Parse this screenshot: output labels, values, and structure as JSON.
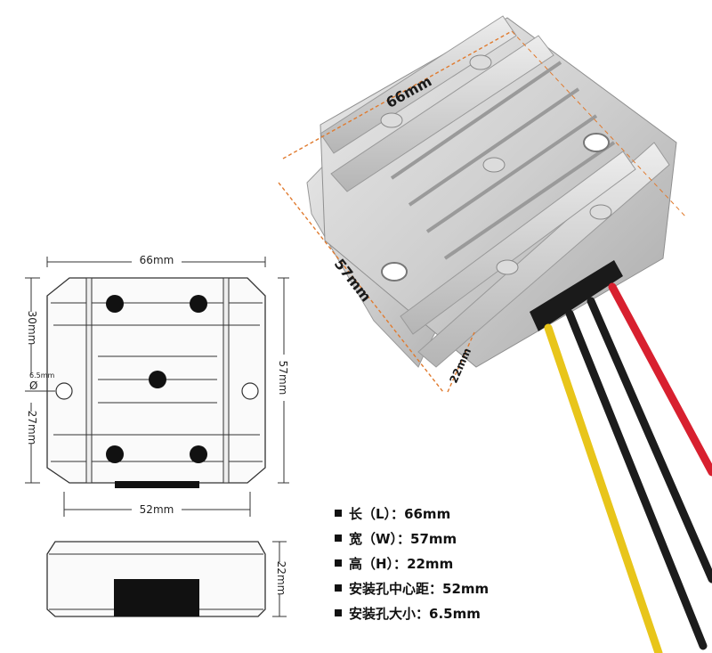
{
  "front_view": {
    "width_label": "66mm",
    "height_label": "57mm",
    "top_offset_label": "30mm",
    "bottom_offset_label": "27mm",
    "hole_label": "6.5mm",
    "hole_symbol": "Ø",
    "hole_spacing_label": "52mm"
  },
  "side_view": {
    "height_label": "22mm"
  },
  "photo": {
    "length_label": "66mm",
    "width_label": "57mm",
    "height_label": "22mm",
    "wire_colors": [
      "#e8c51a",
      "#1c1c1c",
      "#1c1c1c",
      "#d8202f"
    ],
    "body_color": "#c9c9c9",
    "dimension_line_color": "#e07a2e"
  },
  "specs": [
    {
      "label": "长（L）：",
      "value": "66mm"
    },
    {
      "label": "宽（W）：",
      "value": "57mm"
    },
    {
      "label": "高（H）：",
      "value": "22mm"
    },
    {
      "label": "安装孔中心距：",
      "value": "52mm"
    },
    {
      "label": "安装孔大小：",
      "value": "6.5mm"
    }
  ]
}
